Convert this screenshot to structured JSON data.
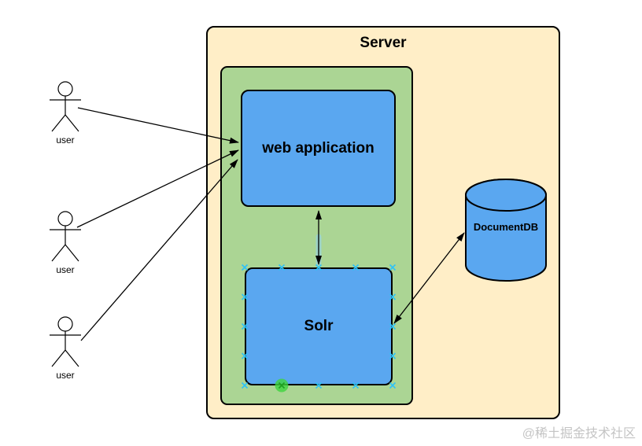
{
  "diagram": {
    "server_label": "Server",
    "webapp_label": "web application",
    "solr_label": "Solr",
    "db_label": "DocumentDB",
    "actors": [
      {
        "label": "user"
      },
      {
        "label": "user"
      },
      {
        "label": "user"
      }
    ],
    "colors": {
      "server_fill": "#ffeec7",
      "group_fill": "#abd594",
      "node_fill": "#5aa7f0",
      "stroke": "#000000",
      "connection_point": "#2ec3f7",
      "active_handle": "#3ed43e",
      "edge_highlight": "#8ed1fb",
      "watermark_text": "#c4c4c4"
    }
  },
  "watermark": "@稀土掘金技术社区"
}
